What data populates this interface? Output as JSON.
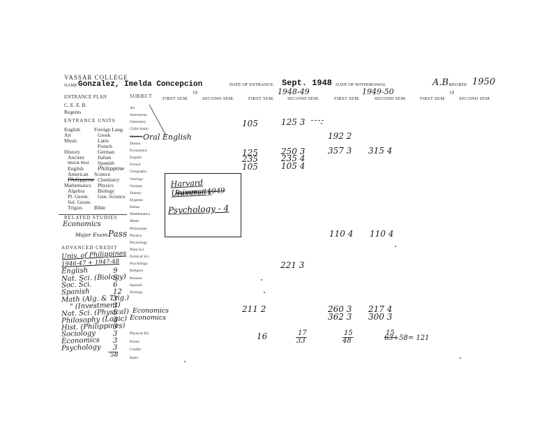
{
  "header": {
    "college": "VASSAR COLLEGE",
    "name_label": "NAME",
    "student_name": "Gonzalez, Imelda Concepcion",
    "date_entrance_label": "DATE OF ENTRANCE",
    "date_entrance": "Sept. 1948",
    "date_withdrawal_label": "DATE OF WITHDRAWAL",
    "degree": "A.B.",
    "degree_label": "DEGREE",
    "degree_year": "1950"
  },
  "columns": {
    "entrance_plan": "ENTRANCE PLAN",
    "subject": "SUBJECT",
    "nineteen": "19",
    "year1": "1948-49",
    "year2": "1949-50",
    "first_sem": "FIRST SEM.",
    "second_sem": "SECOND SEM."
  },
  "entrance": {
    "ceeb": "C. E. E. B.",
    "regents": "Regents",
    "units_label": "ENTRANCE UNITS",
    "left_units": [
      "English",
      "Art",
      "Music",
      "",
      "History",
      "Ancient",
      "Med.& Mod.",
      "English",
      "American",
      "Philippine",
      "Mathematics",
      "Algebra",
      "Pl. Geom.",
      "Sol. Geom.",
      "Trigon."
    ],
    "right_units": [
      "Foreign Lang.",
      "Greek",
      "Latin",
      "French",
      "German",
      "Italian",
      "Spanish",
      "Philippine",
      "Science",
      "Chemistry",
      "Physics",
      "Biology",
      "Gen. Science",
      "",
      "Bible"
    ]
  },
  "related": {
    "label": "RELATED STUDIES",
    "economics": "Economics",
    "major_exam": "Major Exam",
    "pass": "Pass"
  },
  "advanced": {
    "label": "ADVANCED CREDIT",
    "univ": "Univ. of Philippines",
    "years": "1946-47 + 1947-48",
    "rows": [
      {
        "subject": "English",
        "credit": "9"
      },
      {
        "subject": "Nat. Sci. (Biology)",
        "credit": "5"
      },
      {
        "subject": "Soc. Sci.",
        "credit": "6"
      },
      {
        "subject": "Spanish",
        "credit": "12"
      },
      {
        "subject": "Math (Alg. & Trig.)",
        "credit": "3"
      },
      {
        "subject": "\" (Investment)",
        "credit": "3"
      },
      {
        "subject": "Nat. Sci. (Physical)",
        "credit": "5"
      },
      {
        "subject": "Philosophy (Logic)",
        "credit": "3"
      },
      {
        "subject": "Hist. (Philippines)",
        "credit": "3"
      },
      {
        "subject": "Sociology",
        "credit": "3"
      },
      {
        "subject": "Economics",
        "credit": "3"
      },
      {
        "subject": "Psychology",
        "credit": "3"
      }
    ],
    "total": "58"
  },
  "subjects": [
    "Art",
    "Astronomy",
    "Chemistry",
    "Child Study",
    "Classics",
    "Drama",
    "Economics",
    "English",
    "French",
    "Geography",
    "Geology",
    "German",
    "History",
    "Hygiene",
    "Italian",
    "Mathematics",
    "Music",
    "Philosophy",
    "Physics",
    "Physiology",
    "Plant Sci.",
    "Political Sci.",
    "Psychology",
    "Religion",
    "Russian",
    "Spanish",
    "Zoology",
    "",
    "",
    "Physical Ed.",
    "Points",
    "Credits",
    "Ratio"
  ],
  "handwritten": {
    "oral_english": "Oral English",
    "economics_a": "Economics",
    "economics_b": "Economics",
    "stamp_line1": "Harvard University",
    "stamp_line2": "Summer 1949",
    "stamp_line3": "Psychology - 4"
  },
  "grades": {
    "chem_fs1": "105",
    "chem_ss1": "125 3",
    "oral_fs2": "192 2",
    "econ_fs1": "125",
    "econ_ss1": "250 3",
    "econ_fs2": "357 3",
    "econ_ss2": "315 4",
    "eng_fs1": "235",
    "eng_ss1": "235 4",
    "fr_fs1": "105",
    "fr_ss1": "105 4",
    "phil_fs2": "110 4",
    "phil_ss2": "110 4",
    "pol_ss1": "221 3",
    "zoo_fs1": "211 2",
    "econA_fs2": "260 3",
    "econA_ss2": "217 4",
    "econB_fs2": "362 3",
    "econB_ss2": "300 3",
    "pe_fs1": "16",
    "pe_ss1": "17",
    "pts_ss1": "33",
    "pe_fs2": "15",
    "pts_fs2": "48",
    "pe_ss2": "15",
    "pts_ss2": "63+58= 121"
  }
}
